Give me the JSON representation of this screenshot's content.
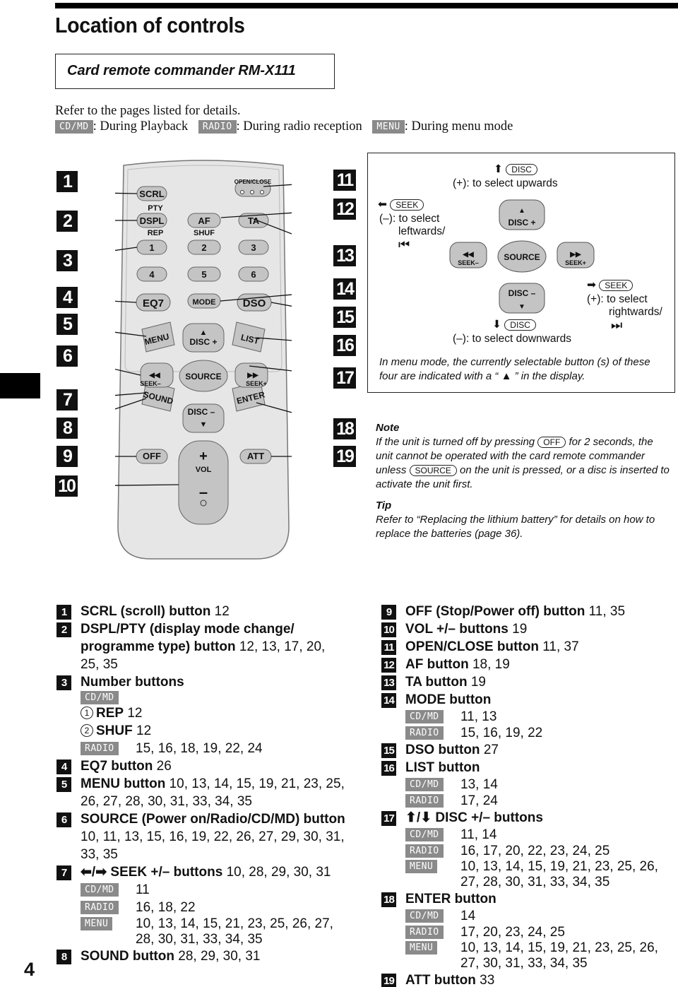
{
  "page": {
    "title": "Location of controls",
    "subtitle": "Card remote commander RM-X111",
    "intro": "Refer to the pages listed for details.",
    "page_number": "4"
  },
  "modes": [
    {
      "tag": "CD/MD",
      "text": ": During Playback"
    },
    {
      "tag": "RADIO",
      "text": ": During radio reception"
    },
    {
      "tag": "MENU",
      "text": ": During menu mode"
    }
  ],
  "callouts_left": [
    "1",
    "2",
    "3",
    "4",
    "5",
    "6",
    "7",
    "8",
    "9",
    "10"
  ],
  "callouts_right": [
    "11",
    "12",
    "13",
    "14",
    "15",
    "16",
    "17",
    "18",
    "19"
  ],
  "remote": {
    "scrl": "SCRL",
    "pty": "PTY",
    "dspl": "DSPL",
    "rep": "REP",
    "af": "AF",
    "shuf": "SHUF",
    "ta": "TA",
    "open_close": "OPEN/CLOSE",
    "n1": "1",
    "n2": "2",
    "n3": "3",
    "n4": "4",
    "n5": "5",
    "n6": "6",
    "eq7": "EQ7",
    "mode": "MODE",
    "dso": "DSO",
    "menu": "MENU",
    "disc_plus": "DISC +",
    "list": "LIST",
    "seek_minus": "SEEK–",
    "source": "SOURCE",
    "seek_plus": "SEEK+",
    "sound": "SOUND",
    "disc_minus": "DISC –",
    "enter": "ENTER",
    "off": "OFF",
    "vol": "VOL",
    "att": "ATT"
  },
  "seek_panel": {
    "disc": "DISC",
    "seek": "SEEK",
    "up": "(+): to select upwards",
    "left1": "(–): to select",
    "left2": "leftwards/",
    "right1": "(+): to select",
    "right2": "rightwards/",
    "down": "(–): to select downwards",
    "pad_disc_plus": "DISC +",
    "pad_disc_minus": "DISC –",
    "pad_source": "SOURCE",
    "pad_seek_minus": "SEEK–",
    "pad_seek_plus": "SEEK+",
    "menu_note": "In menu mode, the currently selectable button (s) of these four are indicated with a “ ▲ ” in the display."
  },
  "note": {
    "head": "Note",
    "p1": "If the unit is turned off by pressing",
    "off": "OFF",
    "p2": "for 2 seconds, the unit cannot be operated with the card remote commander unless",
    "source": "SOURCE",
    "p3": "on the unit is pressed, or a disc is inserted to activate the unit first.",
    "tip_head": "Tip",
    "tip": "Refer to “Replacing the lithium battery” for details on how to replace the batteries (page 36)."
  },
  "legend_left": [
    {
      "n": "1",
      "name": "SCRL (scroll) button",
      "pages": "12"
    },
    {
      "n": "2",
      "name": "DSPL/PTY (display mode change/ programme type) button",
      "pages": "12, 13, 17, 20, 25, 35"
    },
    {
      "n": "3",
      "name": "Number buttons",
      "pages": ""
    },
    {
      "n": "4",
      "name": "EQ7 button",
      "pages": "26"
    },
    {
      "n": "5",
      "name": "MENU button",
      "pages": "10, 13, 14, 15, 19, 21, 23, 25, 26, 27, 28, 30, 31, 33, 34, 35"
    },
    {
      "n": "6",
      "name": "SOURCE (Power on/Radio/CD/MD) button",
      "pages": "10, 11, 13, 15, 16, 19, 22, 26, 27, 29, 30, 31, 33, 35"
    },
    {
      "n": "7",
      "name": "SEEK +/– buttons",
      "pages": "10, 28, 29, 30, 31"
    },
    {
      "n": "8",
      "name": "SOUND button",
      "pages": "28, 29, 30, 31"
    }
  ],
  "legend_3_subs": {
    "cdmd": "CD/MD",
    "rep": "REP",
    "rep_pages": "12",
    "shuf": "SHUF",
    "shuf_pages": "12",
    "radio": "RADIO",
    "radio_pages": "15, 16, 18, 19, 22, 24"
  },
  "legend_7_subs": [
    {
      "tag": "CD/MD",
      "pages": "11"
    },
    {
      "tag": "RADIO",
      "pages": "16, 18, 22"
    },
    {
      "tag": "MENU",
      "pages": "10, 13, 14, 15, 21, 23, 25, 26, 27, 28, 30, 31, 33, 34, 35"
    }
  ],
  "legend_right": [
    {
      "n": "9",
      "name": "OFF (Stop/Power off) button",
      "pages": "11, 35"
    },
    {
      "n": "10",
      "name": "VOL +/– buttons",
      "pages": "19"
    },
    {
      "n": "11",
      "name": "OPEN/CLOSE button",
      "pages": "11, 37"
    },
    {
      "n": "12",
      "name": "AF button",
      "pages": "18, 19"
    },
    {
      "n": "13",
      "name": "TA button",
      "pages": "19"
    },
    {
      "n": "14",
      "name": "MODE button",
      "pages": ""
    },
    {
      "n": "15",
      "name": "DSO button",
      "pages": "27"
    },
    {
      "n": "16",
      "name": "LIST button",
      "pages": ""
    },
    {
      "n": "17",
      "name": "DISC +/– buttons",
      "pages": ""
    },
    {
      "n": "18",
      "name": "ENTER button",
      "pages": ""
    },
    {
      "n": "19",
      "name": "ATT button",
      "pages": "33"
    }
  ],
  "legend_14_subs": [
    {
      "tag": "CD/MD",
      "pages": "11, 13"
    },
    {
      "tag": "RADIO",
      "pages": "15, 16, 19, 22"
    }
  ],
  "legend_16_subs": [
    {
      "tag": "CD/MD",
      "pages": "13, 14"
    },
    {
      "tag": "RADIO",
      "pages": "17, 24"
    }
  ],
  "legend_17_subs": [
    {
      "tag": "CD/MD",
      "pages": "11, 14"
    },
    {
      "tag": "RADIO",
      "pages": "16, 17, 20, 22, 23, 24, 25"
    },
    {
      "tag": "MENU",
      "pages": "10, 13, 14, 15, 19, 21, 23, 25, 26, 27, 28, 30, 31, 33, 34, 35"
    }
  ],
  "legend_18_subs": [
    {
      "tag": "CD/MD",
      "pages": "14"
    },
    {
      "tag": "RADIO",
      "pages": "17, 20, 23, 24, 25"
    },
    {
      "tag": "MENU",
      "pages": "10, 13, 14, 15, 19, 21, 23, 25, 26, 27, 30, 31, 33, 34, 35"
    }
  ]
}
